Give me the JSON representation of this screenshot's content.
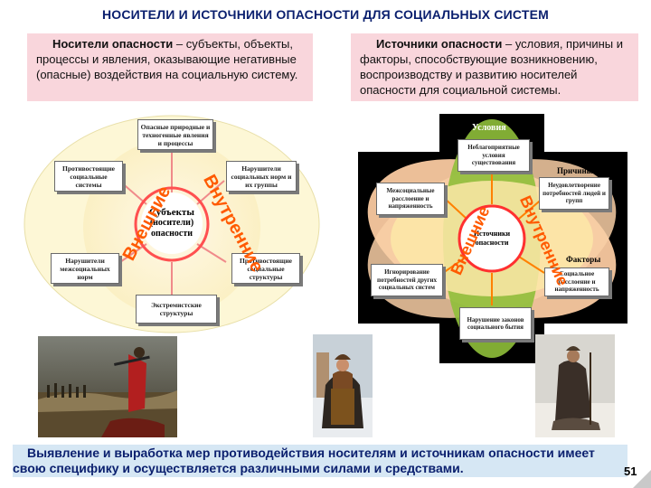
{
  "title": "НОСИТЕЛИ И ИСТОЧНИКИ ОПАСНОСТИ ДЛЯ СОЦИАЛЬНЫХ СИСТЕМ",
  "definitions": {
    "carriers": {
      "term": "Носители опасности",
      "text": " – субъекты, объекты, процессы и явления, оказывающие негативные (опасные) воздействия на социальную систему."
    },
    "sources": {
      "term": "Источники опасности",
      "text": " – условия, причины и факторы, способствующие возникновению, воспроизводству и развитию носителей опасности для социальной системы."
    }
  },
  "left_diagram": {
    "center": [
      "Субъекты",
      "(носители)",
      "опасности"
    ],
    "external_label": "Внешние",
    "internal_label": "Внутренние",
    "boxes": {
      "top": "Опасные природные и техногенные явления и процессы",
      "upper_left": "Противостоящие социальные системы",
      "upper_right": "Нарушители социальных норм и их группы",
      "lower_left": "Нарушители межсоциальных норм",
      "lower_right": "Противостоящие социальные структуры",
      "bottom": "Экстремистские структуры"
    }
  },
  "right_diagram": {
    "center": [
      "Источники",
      "опасности"
    ],
    "external_label": "Внешние",
    "internal_label": "Внутренние",
    "labels": {
      "conditions": "Условия",
      "causes": "Причины",
      "factors": "Факторы"
    },
    "boxes": {
      "top": "Неблагоприятные условия существования",
      "upper_left": "Межсоциальные расслоение и напряженность",
      "upper_right": "Неудовлетворение потребностей людей и групп",
      "lower_left": "Игнорирование потребностей других социальных систем",
      "lower_right": "Социальное расслоение и напряженность",
      "bottom": "Нарушение законов социального бытия"
    }
  },
  "footer": "Выявление и выработка мер противодействия носителям и источникам опасности имеет свою специфику и осуществляется различными силами и средствами.",
  "page_number": "51",
  "colors": {
    "title": "#0a1f6e",
    "definition_bg": "#f9d6dc",
    "footer_bg": "#d6e7f4",
    "accent_orange": "#ff5a00",
    "ellipse_fill": "#fbf6cf"
  }
}
